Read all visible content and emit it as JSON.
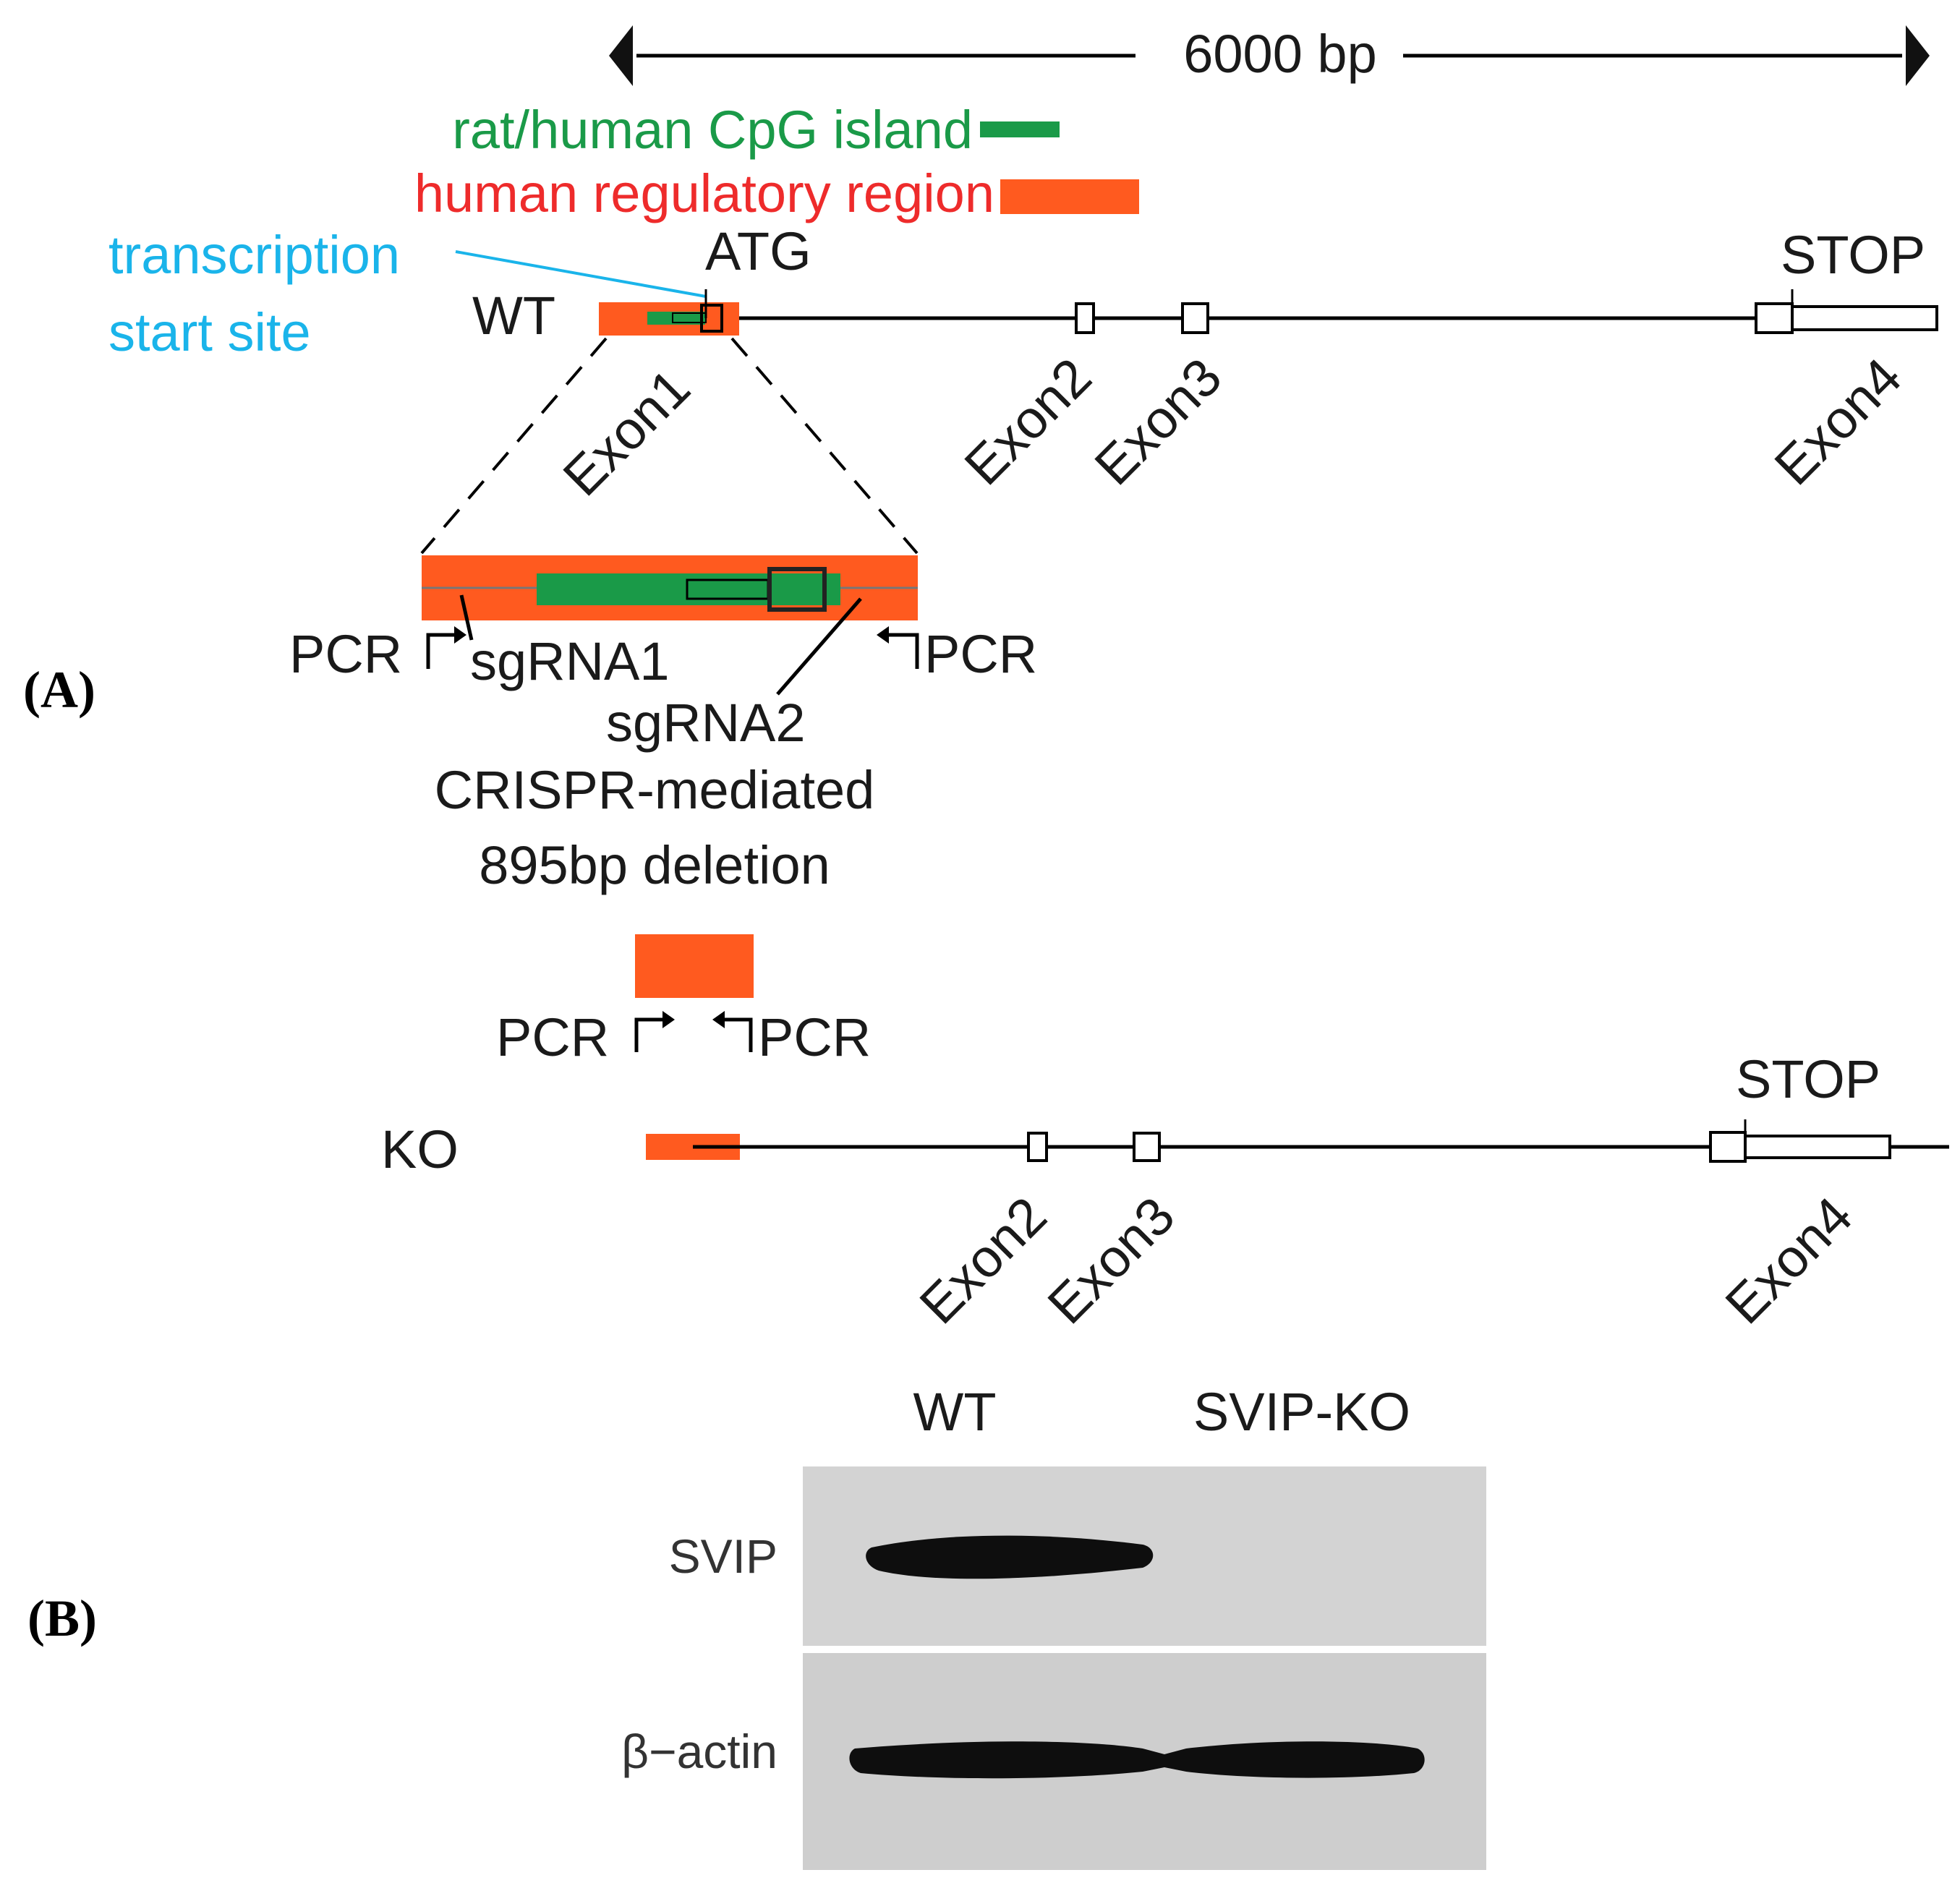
{
  "colors": {
    "cpg": "#1a9a48",
    "regulatory": "#ff5a1f",
    "regulatory_text": "#ee2b2b",
    "tss_text": "#1ab4ea",
    "ink": "#1a1a1a",
    "blot_bg": "#d2d2d2"
  },
  "panel_a": {
    "panel_label": "(A)",
    "scale_label": "6000 bp",
    "legend_cpg": "rat/human CpG island",
    "legend_regulatory": "human regulatory region",
    "tss_line1": "transcription",
    "tss_line2": "start site",
    "atg": "ATG",
    "stop_wt": "STOP",
    "stop_ko": "STOP",
    "wt_label": "WT",
    "ko_label": "KO",
    "wt_exons": [
      "Exon1",
      "Exon2",
      "Exon3",
      "Exon4"
    ],
    "ko_exons": [
      "Exon2",
      "Exon3",
      "Exon4"
    ],
    "pcr_left": "PCR",
    "pcr_right": "PCR",
    "ko_pcr_left": "PCR",
    "ko_pcr_right": "PCR",
    "sgrna1": "sgRNA1",
    "sgrna2": "sgRNA2",
    "deletion_line1": "CRISPR-mediated",
    "deletion_line2": "895bp deletion"
  },
  "panel_b": {
    "panel_label": "(B)",
    "lane_wt": "WT",
    "lane_ko": "SVIP-KO",
    "row_svip": "SVIP",
    "row_actin": "β−actin"
  }
}
